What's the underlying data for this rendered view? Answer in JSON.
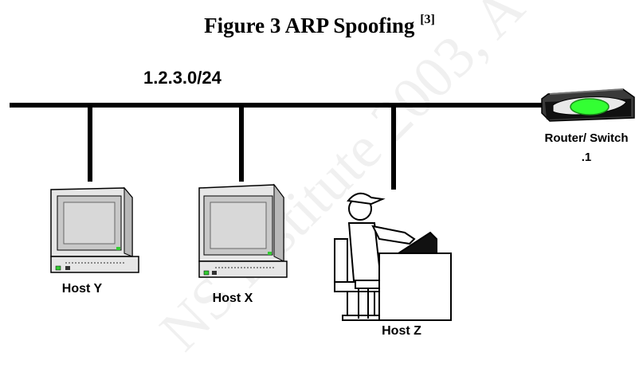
{
  "figure": {
    "title": "Figure 3 ARP Spoofing",
    "citation": "[3]"
  },
  "network": {
    "subnet": "1.2.3.0/24"
  },
  "router": {
    "label": "Router/ Switch",
    "address": ".1"
  },
  "hosts": {
    "y": "Host Y",
    "x": "Host X",
    "z": "Host Z"
  },
  "watermark": {
    "text": "NS Institute 2003, A"
  },
  "colors": {
    "line": "#000000",
    "router_led": "#33ff33",
    "screen": "#c8c8c8",
    "case": "#e6e6e6"
  }
}
